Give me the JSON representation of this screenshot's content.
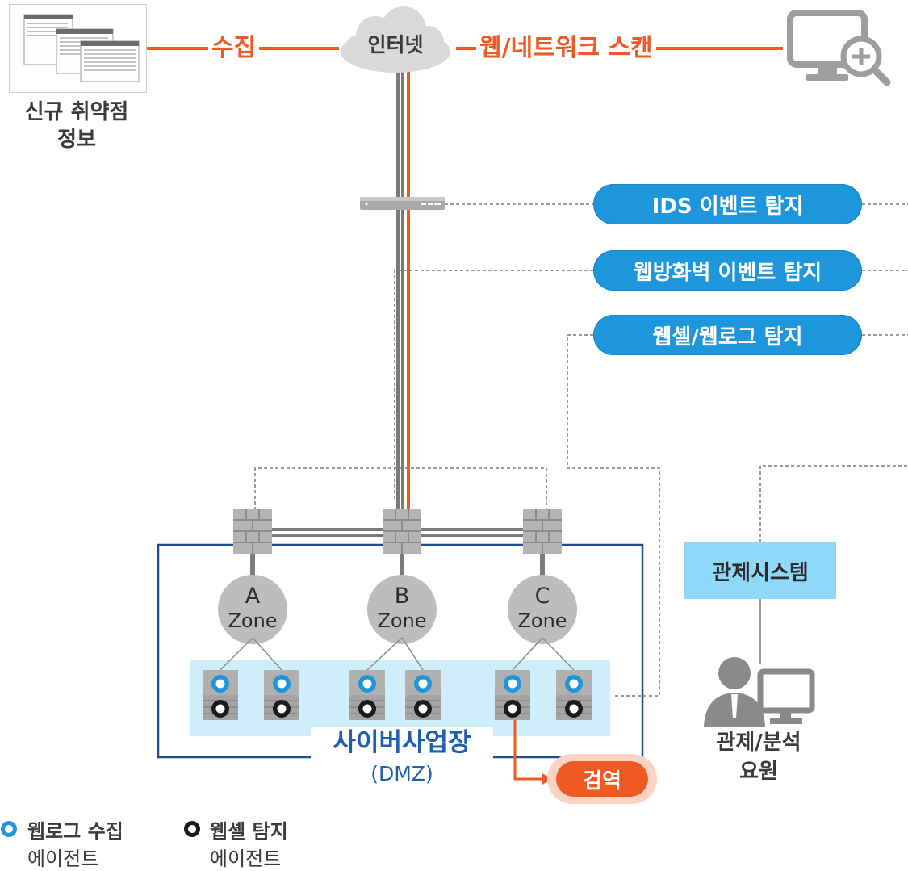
{
  "top": {
    "collect_label": "수집",
    "internet_label": "인터넷",
    "scan_label": "웹/네트워크 스캔",
    "vuln_info_label_1": "신규 취약점",
    "vuln_info_label_2": "정보"
  },
  "detections": {
    "ids": "IDS 이벤트 탐지",
    "waf": "웹방화벽 이벤트 탐지",
    "webshell": "웹셸/웹로그 탐지"
  },
  "zones": [
    {
      "letter": "A",
      "name": "Zone"
    },
    {
      "letter": "B",
      "name": "Zone"
    },
    {
      "letter": "C",
      "name": "Zone"
    }
  ],
  "dmz": {
    "title": "사이버사업장",
    "subtitle": "(DMZ)"
  },
  "quarantine_label": "검역",
  "control": {
    "system_label": "관제시스템",
    "staff_label_1": "관제/분석",
    "staff_label_2": "요원"
  },
  "legend": {
    "weblog_title": "웹로그 수집",
    "weblog_sub": "에이전트",
    "webshell_title": "웹셸 탐지",
    "webshell_sub": "에이전트"
  },
  "colors": {
    "orange": "#ef5a23",
    "blue_pill": "#1e96dc",
    "dmz_border": "#1f4e8c",
    "dmz_title": "#1f5fb0",
    "zone_bg": "#cfeefb",
    "control_box": "#8fd8f8"
  }
}
